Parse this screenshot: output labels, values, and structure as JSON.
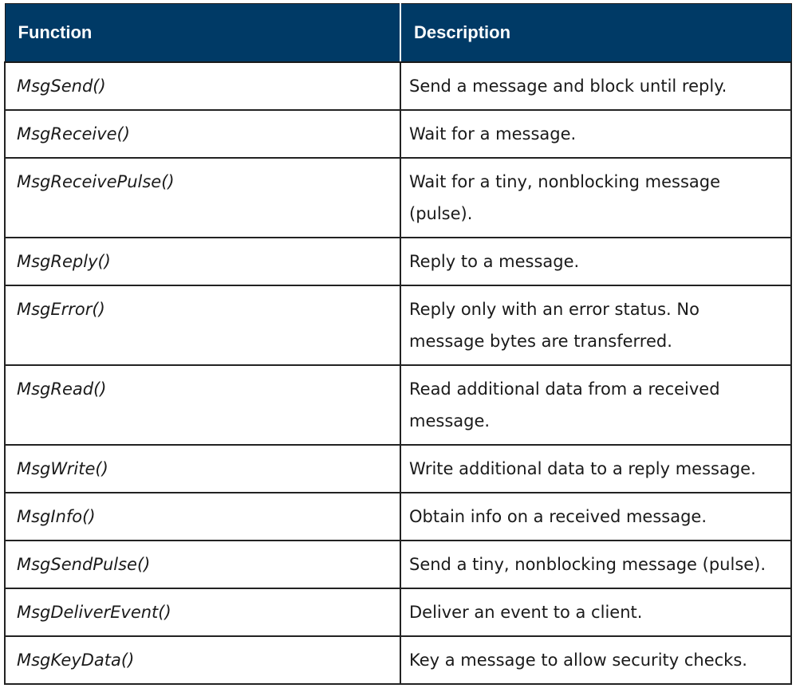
{
  "table": {
    "headers": [
      "Function",
      "Description"
    ],
    "rows": [
      {
        "function": "MsgSend()",
        "description": "Send a message and block until reply."
      },
      {
        "function": "MsgReceive()",
        "description": "Wait for a message."
      },
      {
        "function": "MsgReceivePulse()",
        "description": "Wait for a tiny, nonblocking message (pulse)."
      },
      {
        "function": "MsgReply()",
        "description": "Reply to a message."
      },
      {
        "function": "MsgError()",
        "description": "Reply only with an error status. No message bytes are transferred."
      },
      {
        "function": "MsgRead()",
        "description": "Read additional data from a received message."
      },
      {
        "function": "MsgWrite()",
        "description": "Write additional data to a reply message."
      },
      {
        "function": "MsgInfo()",
        "description": "Obtain info on a received message."
      },
      {
        "function": "MsgSendPulse()",
        "description": "Send a tiny, nonblocking message (pulse)."
      },
      {
        "function": "MsgDeliverEvent()",
        "description": "Deliver an event to a client."
      },
      {
        "function": "MsgKeyData()",
        "description": "Key a message to allow security checks."
      }
    ]
  },
  "colors": {
    "header_background": "#003a66",
    "header_text": "#ffffff",
    "border": "#222222"
  }
}
